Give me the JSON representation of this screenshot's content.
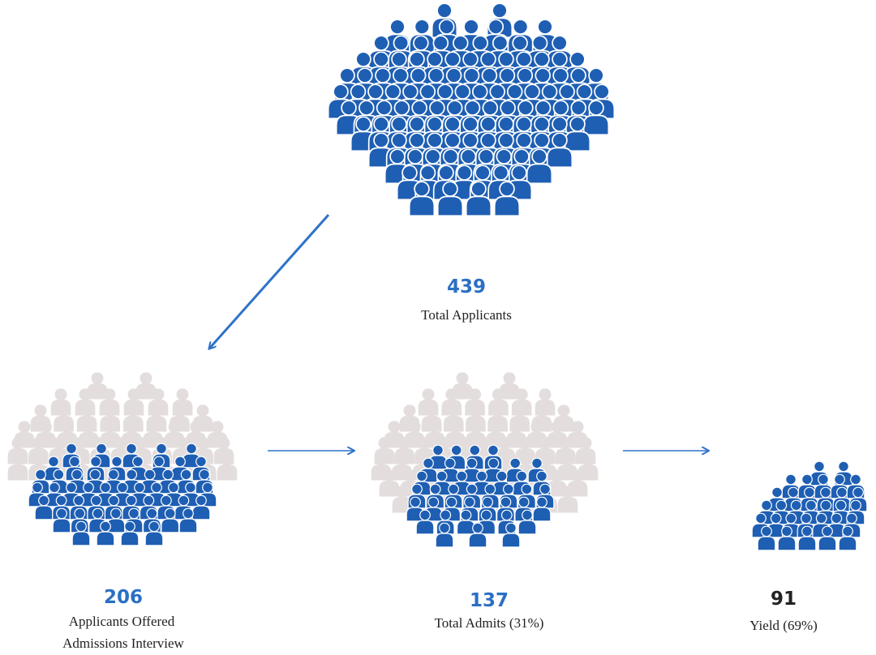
{
  "colors": {
    "person": "#1f5fb3",
    "person_ghost": "#e3dedd",
    "person_outline": "#ffffff",
    "arrow": "#2f72c9",
    "number_blue": "#2a6fc4",
    "number_dark": "#222222",
    "label": "#222222"
  },
  "icon": "person-icon",
  "stages": {
    "total_applicants": {
      "value": "439",
      "label": "Total Applicants"
    },
    "interviews": {
      "value": "206",
      "label_line1": "Applicants Offered",
      "label_line2": "Admissions Interview"
    },
    "admits": {
      "value": "137",
      "label": "Total Admits (31%)"
    },
    "yield": {
      "value": "91",
      "label": "Yield (69%)"
    }
  }
}
